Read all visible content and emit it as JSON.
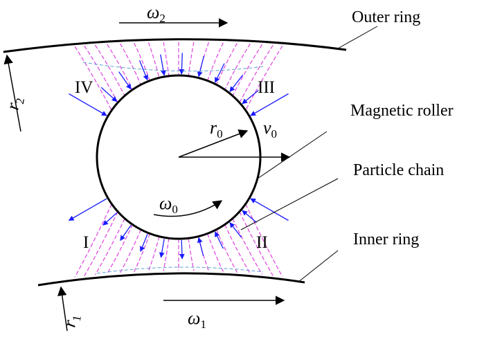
{
  "labels": {
    "outer_ring": "Outer ring",
    "magnetic_roller": "Magnetic roller",
    "particle_chain": "Particle chain",
    "inner_ring": "Inner ring"
  },
  "symbols": {
    "omega2": {
      "base": "ω",
      "sub": "2"
    },
    "omega1": {
      "base": "ω",
      "sub": "1"
    },
    "omega0": {
      "base": "ω",
      "sub": "0"
    },
    "r0": {
      "base": "r",
      "sub": "0"
    },
    "v0": {
      "base": "v",
      "sub": "0"
    },
    "r1": {
      "base": "r",
      "sub": "1"
    },
    "r2": {
      "base": "r",
      "sub": "2"
    }
  },
  "regions": {
    "I": "I",
    "II": "II",
    "III": "III",
    "IV": "IV"
  },
  "colors": {
    "outline": "#000000",
    "field_lines": "#e040e0",
    "force_arrows": "#1a1aff",
    "gap_lines": "#5aa0d0"
  }
}
